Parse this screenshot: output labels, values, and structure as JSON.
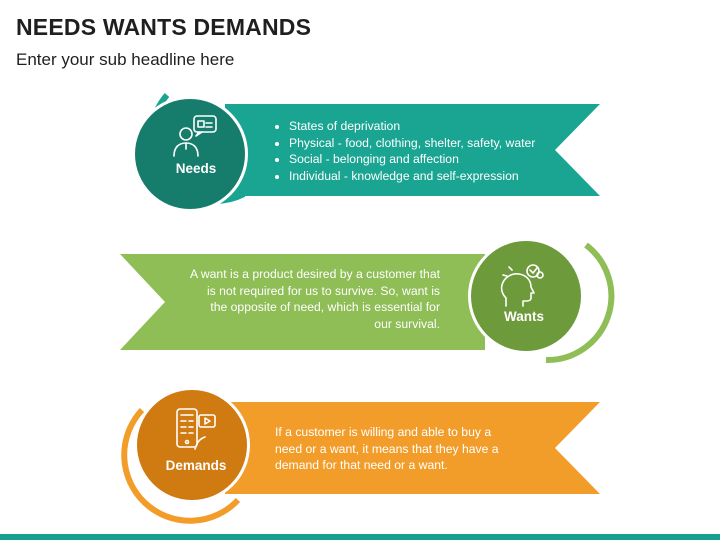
{
  "header": {
    "title": "NEEDS WANTS DEMANDS",
    "subtitle": "Enter your sub headline here"
  },
  "needs": {
    "label": "Needs",
    "bullets": [
      "States of deprivation",
      "Physical - food, clothing, shelter, safety, water",
      "Social - belonging and affection",
      "Individual - knowledge and self-expression"
    ]
  },
  "wants": {
    "label": "Wants",
    "text": "A want is a product desired by a customer that is not required for us to survive. So, want is the opposite of need, which is essential for our survival."
  },
  "demands": {
    "label": "Demands",
    "text": "If a customer is willing and able to buy a need or a want, it means that they have a demand for that need or a want."
  },
  "colors": {
    "teal": "#1aa593",
    "teal_dark": "#167d6c",
    "green": "#8fbd56",
    "green_dark": "#6d9a3b",
    "orange": "#f29d2a",
    "orange_dark": "#d07a12",
    "footer": "#17a090"
  }
}
